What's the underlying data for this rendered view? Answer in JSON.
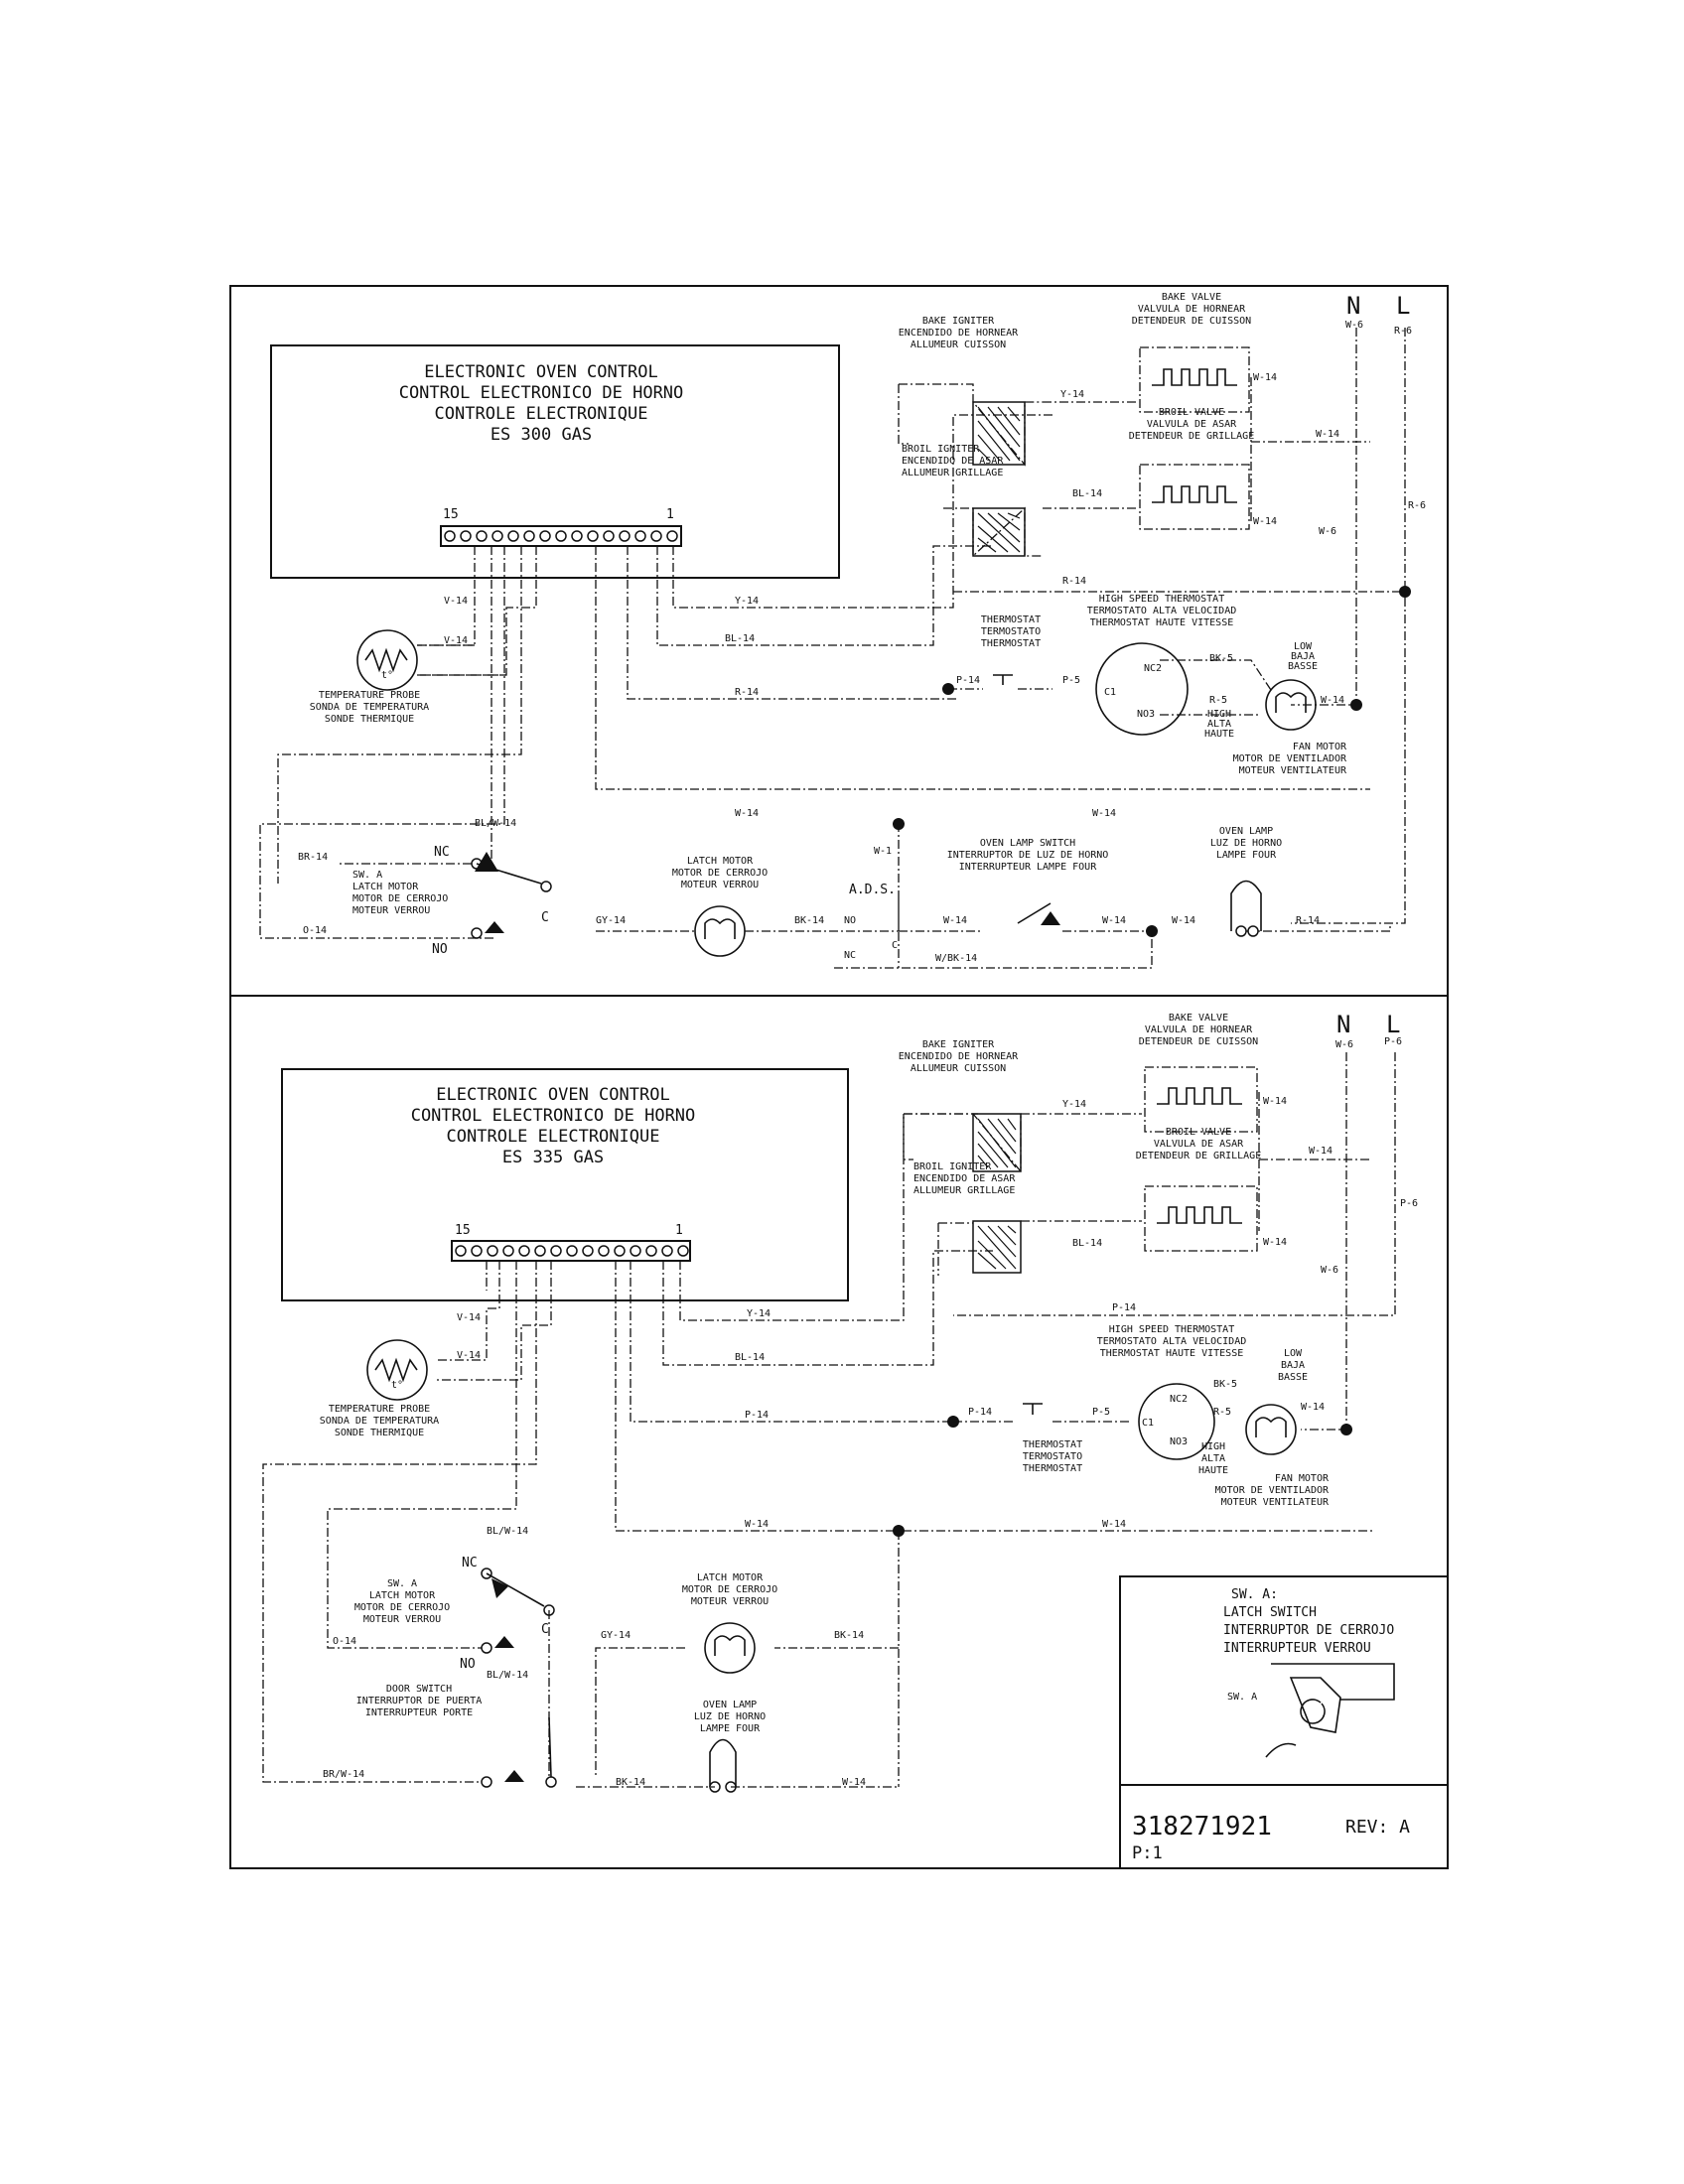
{
  "part_number": "318271921",
  "revision": "REV: A",
  "page": "P:1",
  "upper": {
    "control": [
      "ELECTRONIC OVEN CONTROL",
      "CONTROL ELECTRONICO DE HORNO",
      "CONTROLE ELECTRONIQUE",
      "ES 300 GAS"
    ],
    "pin_left": "15",
    "pin_right": "1",
    "bake_igniter": [
      "BAKE IGNITER",
      "ENCENDIDO DE HORNEAR",
      "ALLUMEUR CUISSON"
    ],
    "bake_valve": [
      "BAKE VALVE",
      "VALVULA DE HORNEAR",
      "DETENDEUR DE CUISSON"
    ],
    "broil_valve": [
      "BROIL VALVE",
      "VALVULA DE ASAR",
      "DETENDEUR DE GRILLAGE"
    ],
    "broil_igniter": [
      "BROIL IGNITER",
      "ENCENDIDO DE ASAR",
      "ALLUMEUR GRILLAGE"
    ],
    "temp_probe": [
      "TEMPERATURE PROBE",
      "SONDA DE TEMPERATURA",
      "SONDE THERMIQUE"
    ],
    "thermostat": [
      "THERMOSTAT",
      "TERMOSTATO",
      "THERMOSTAT"
    ],
    "hs_thermostat": [
      "HIGH SPEED THERMOSTAT",
      "TERMOSTATO ALTA VELOCIDAD",
      "THERMOSTAT HAUTE VITESSE"
    ],
    "low": [
      "LOW",
      "BAJA",
      "BASSE"
    ],
    "high": [
      "HIGH",
      "ALTA",
      "HAUTE"
    ],
    "fan_motor": [
      "FAN MOTOR",
      "MOTOR DE VENTILADOR",
      "MOTEUR VENTILATEUR"
    ],
    "sw_a": [
      "SW. A",
      "LATCH MOTOR",
      "MOTOR DE CERROJO",
      "MOTEUR VERROU"
    ],
    "latch_motor": [
      "LATCH MOTOR",
      "MOTOR DE CERROJO",
      "MOTEUR VERROU"
    ],
    "oven_lamp_switch": [
      "OVEN LAMP SWITCH",
      "INTERRUPTOR DE LUZ DE HORNO",
      "INTERRUPTEUR LAMPE FOUR"
    ],
    "oven_lamp": [
      "OVEN LAMP",
      "LUZ DE HORNO",
      "LAMPE FOUR"
    ],
    "ads": "A.D.S.",
    "n": "N",
    "l": "L",
    "wires": {
      "w6": "W-6",
      "r6": "R-6",
      "y14": "Y-14",
      "w14": "W-14",
      "bl14": "BL-14",
      "r14": "R-14",
      "v14": "V-14",
      "p14": "P-14",
      "p5": "P-5",
      "bk5": "BK-5",
      "r5": "R-5",
      "blw14": "BL/W-14",
      "br14": "BR-14",
      "o14": "O-14",
      "gy14": "GY-14",
      "bk14": "BK-14",
      "w1": "W-1",
      "wbk14": "W/BK-14"
    },
    "nc": "NC",
    "no": "NO",
    "c": "C",
    "nc2": "NC2",
    "no3": "NO3",
    "c1": "C1",
    "t": "t°"
  },
  "lower": {
    "control": [
      "ELECTRONIC OVEN CONTROL",
      "CONTROL ELECTRONICO DE HORNO",
      "CONTROLE ELECTRONIQUE",
      "ES 335 GAS"
    ],
    "pin_left": "15",
    "pin_right": "1",
    "bake_igniter": [
      "BAKE IGNITER",
      "ENCENDIDO DE HORNEAR",
      "ALLUMEUR CUISSON"
    ],
    "bake_valve": [
      "BAKE VALVE",
      "VALVULA DE HORNEAR",
      "DETENDEUR DE CUISSON"
    ],
    "broil_valve": [
      "BROIL VALVE",
      "VALVULA DE ASAR",
      "DETENDEUR DE GRILLAGE"
    ],
    "broil_igniter": [
      "BROIL IGNITER",
      "ENCENDIDO DE ASAR",
      "ALLUMEUR GRILLAGE"
    ],
    "temp_probe": [
      "TEMPERATURE PROBE",
      "SONDA DE TEMPERATURA",
      "SONDE THERMIQUE"
    ],
    "thermostat": [
      "THERMOSTAT",
      "TERMOSTATO",
      "THERMOSTAT"
    ],
    "hs_thermostat": [
      "HIGH SPEED THERMOSTAT",
      "TERMOSTATO ALTA VELOCIDAD",
      "THERMOSTAT HAUTE VITESSE"
    ],
    "low": [
      "LOW",
      "BAJA",
      "BASSE"
    ],
    "high": [
      "HIGH",
      "ALTA",
      "HAUTE"
    ],
    "fan_motor": [
      "FAN MOTOR",
      "MOTOR DE VENTILADOR",
      "MOTEUR VENTILATEUR"
    ],
    "sw_a": [
      "SW. A",
      "LATCH MOTOR",
      "MOTOR DE CERROJO",
      "MOTEUR VERROU"
    ],
    "latch_motor": [
      "LATCH MOTOR",
      "MOTOR DE CERROJO",
      "MOTEUR VERROU"
    ],
    "door_switch": [
      "DOOR SWITCH",
      "INTERRUPTOR DE PUERTA",
      "INTERRUPTEUR PORTE"
    ],
    "oven_lamp": [
      "OVEN LAMP",
      "LUZ DE HORNO",
      "LAMPE FOUR"
    ],
    "n": "N",
    "l": "L",
    "wires": {
      "w6": "W-6",
      "p6": "P-6",
      "y14": "Y-14",
      "w14": "W-14",
      "bl14": "BL-14",
      "p14": "P-14",
      "v14": "V-14",
      "p5": "P-5",
      "bk5": "BK-5",
      "r5": "R-5",
      "blw14": "BL/W-14",
      "brw14": "BR/W-14",
      "o14": "O-14",
      "gy14": "GY-14",
      "bk14": "BK-14"
    },
    "nc": "NC",
    "no": "NO",
    "c": "C",
    "nc2": "NC2",
    "no3": "NO3",
    "c1": "C1",
    "t": "t°"
  },
  "legend": [
    "SW. A:",
    "LATCH SWITCH",
    "INTERRUPTOR DE CERROJO",
    "INTERRUPTEUR VERROU",
    "SW. A"
  ]
}
